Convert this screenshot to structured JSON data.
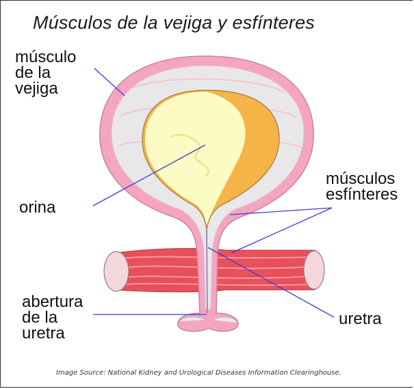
{
  "title": "Músculos de la vejiga y esfínteres",
  "labels": {
    "bladder_muscle": "músculo\nde la\nvejiga",
    "urine": "orina",
    "sphincter_muscles": "músculos\nesfínteres",
    "urethra": "uretra",
    "urethral_opening": "abertura\nde la\nuretra"
  },
  "source": "Image Source: National Kidney and Urological Diseases Information Clearinghouse.",
  "colors": {
    "wall_pink": "#f4a6c0",
    "wall_gray": "#e8e8ea",
    "urine_light": "#fdfbc4",
    "urine_orange": "#f5b447",
    "muscle_red": "#e8505a",
    "leader_line": "#3a3ad6"
  }
}
